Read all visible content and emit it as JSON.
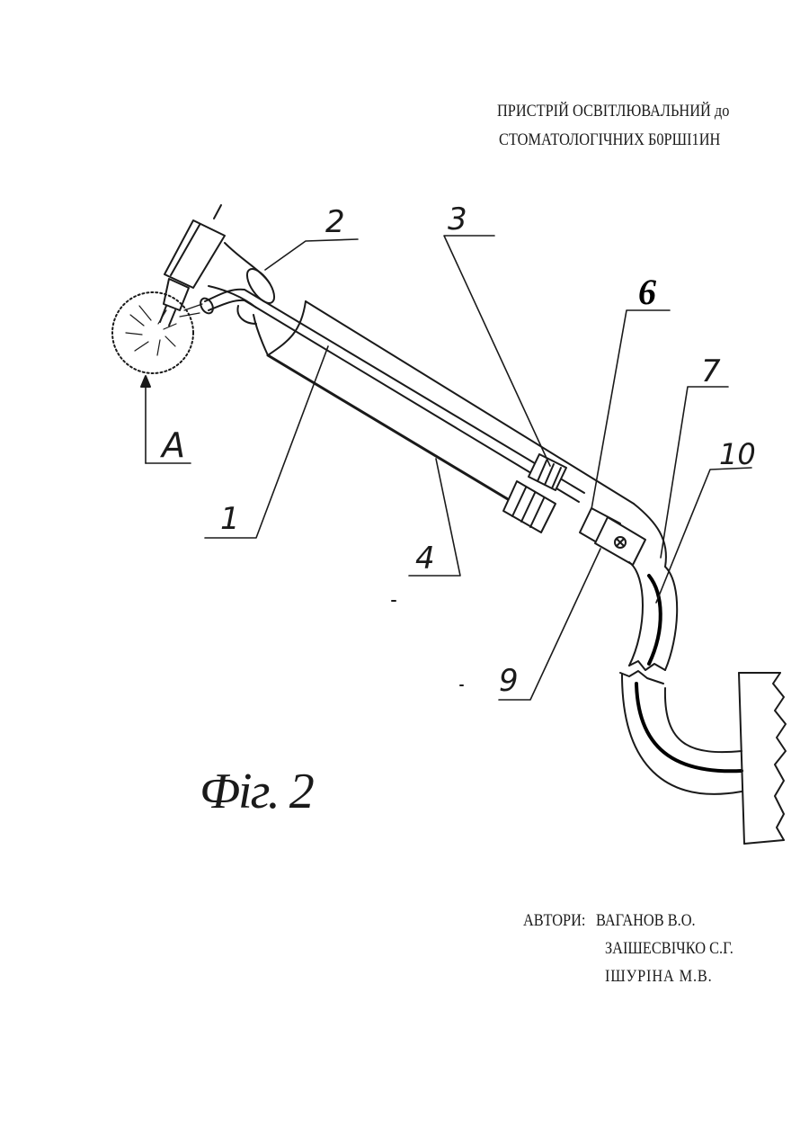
{
  "header": {
    "title_line1": "ПРИСТРІЙ ОСВІТЛЮВАЛЬНИЙ до",
    "title_line2": "СТОМАТОЛОГІЧНИХ Б0РШІ1ИН"
  },
  "figure": {
    "caption": "Фіг. 2",
    "labels": {
      "l1": "1",
      "l2": "2",
      "l3": "3",
      "l4": "4",
      "l6": "6",
      "l7": "7",
      "l9": "9",
      "l10": "10",
      "lA": "A"
    }
  },
  "authors": {
    "label": "АВТОРИ:",
    "names": [
      "ВАГАНОВ В.О.",
      "ЗАІШЕСВІЧКО С.Г.",
      "ІШУРІНА М.В."
    ]
  }
}
